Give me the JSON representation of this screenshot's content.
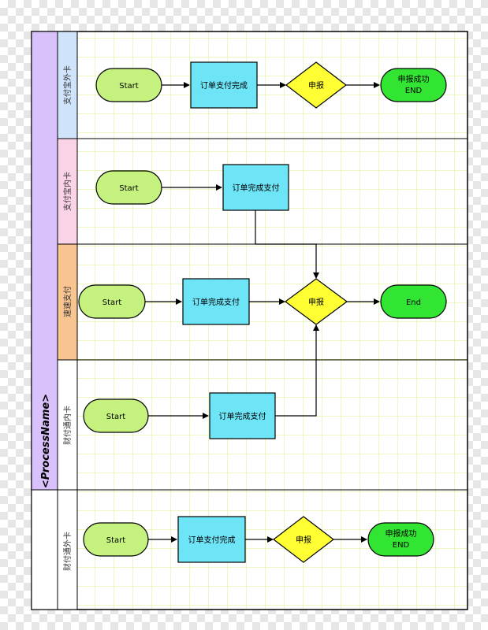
{
  "pool": {
    "title": "<ProcessName>",
    "color": "#d9c2fb"
  },
  "lanes": [
    {
      "label": "支付宝外卡",
      "color": "#cfe3fb"
    },
    {
      "label": "支付宝内卡",
      "color": "#fbd3e6"
    },
    {
      "label": "速速支付",
      "color": "#f8c48f"
    },
    {
      "label": "财付通内卡",
      "color": "#ffffff"
    },
    {
      "label": "财付通外卡",
      "color": "#ffffff"
    }
  ],
  "nodes": {
    "start": "Start",
    "order_paid": "订单支付完成",
    "order_complete_pay": "订单完成支付",
    "declare": "申报",
    "success_line1": "申报成功",
    "success_line2": "END",
    "end": "End"
  },
  "colors": {
    "start_fill": "#c5f27f",
    "process_fill": "#6ee4f7",
    "decision_fill": "#ffff33",
    "end_fill": "#33e533",
    "lane_grid": "#d9f27f"
  }
}
